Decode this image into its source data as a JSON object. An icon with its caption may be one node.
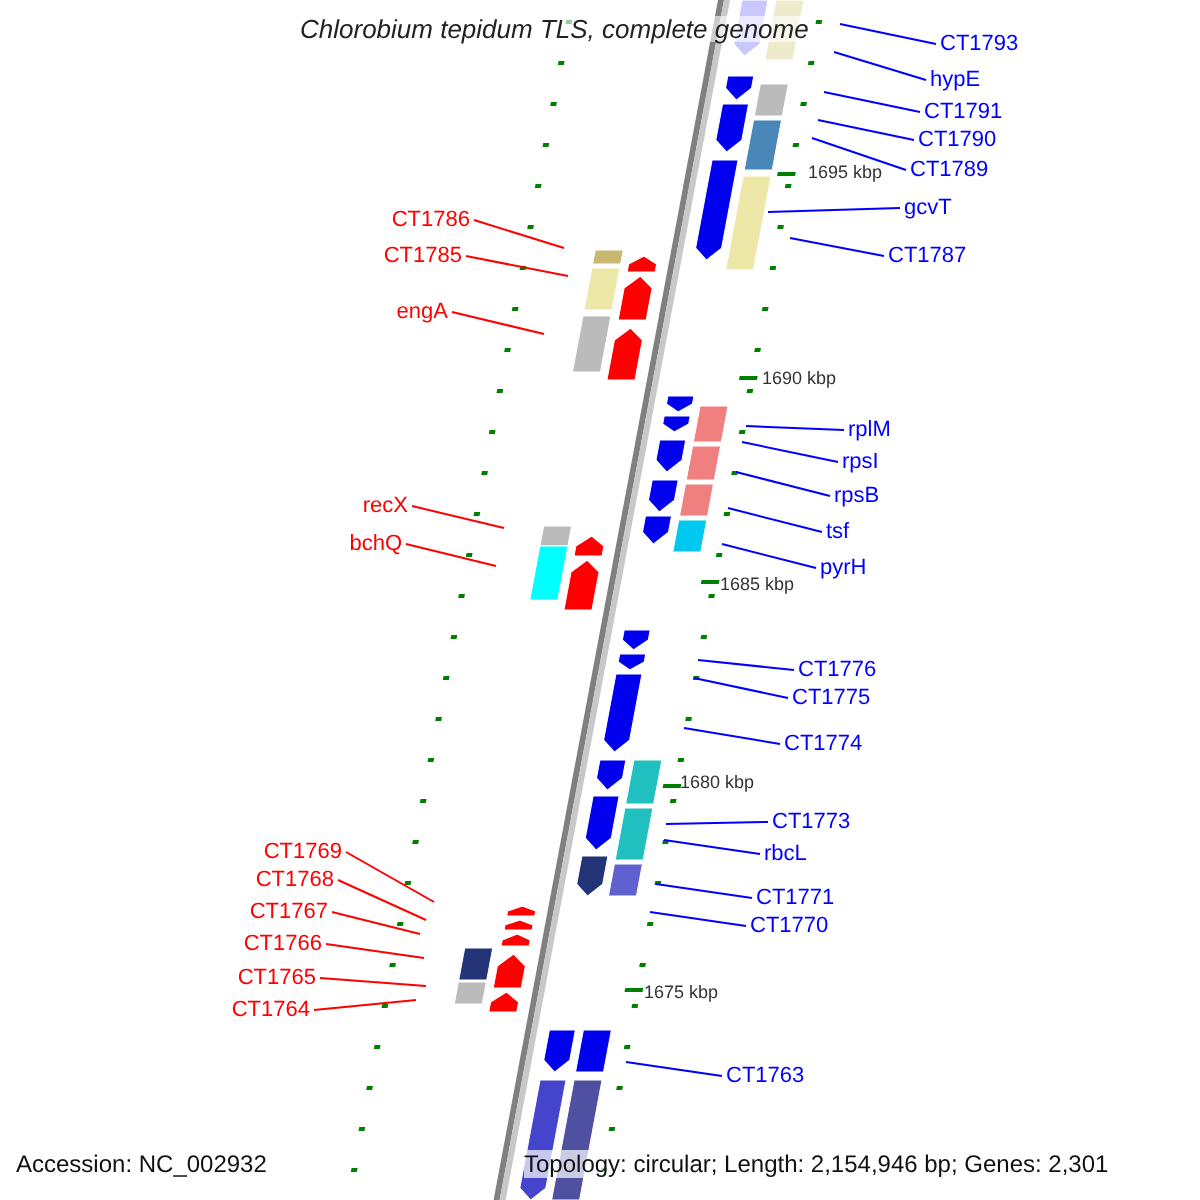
{
  "diagram": {
    "title": "Chlorobium tepidum TLS, complete genome",
    "nodes": [
      {
        "text": [
          "CT1793"
        ]
      },
      {
        "text": [
          "hypE"
        ]
      },
      {
        "text": [
          "CT1791"
        ]
      },
      {
        "text": [
          "CT1790"
        ]
      },
      {
        "text": [
          "CT1789"
        ]
      },
      {
        "text": [
          "gcvT"
        ]
      },
      {
        "text": [
          "CT1787"
        ]
      },
      {
        "text": [
          "CT1786"
        ]
      },
      {
        "text": [
          "CT1785"
        ]
      },
      {
        "text": [
          "engA"
        ]
      },
      {
        "text": [
          "rplM"
        ]
      },
      {
        "text": [
          "rpsI"
        ]
      },
      {
        "text": [
          "rpsB"
        ]
      },
      {
        "text": [
          "tsf"
        ]
      },
      {
        "text": [
          "pyrH"
        ]
      },
      {
        "text": [
          "recX"
        ]
      },
      {
        "text": [
          "bchQ"
        ]
      },
      {
        "text": [
          "CT1776"
        ]
      },
      {
        "text": [
          "CT1775"
        ]
      },
      {
        "text": [
          "CT1774"
        ]
      },
      {
        "text": [
          "CT1773"
        ]
      },
      {
        "text": [
          "rbcL"
        ]
      },
      {
        "text": [
          "CT1771"
        ]
      },
      {
        "text": [
          "CT1770"
        ]
      },
      {
        "text": [
          "CT1769"
        ]
      },
      {
        "text": [
          "CT1768"
        ]
      },
      {
        "text": [
          "CT1767"
        ]
      },
      {
        "text": [
          "CT1766"
        ]
      },
      {
        "text": [
          "CT1765"
        ]
      },
      {
        "text": [
          "CT1764"
        ]
      },
      {
        "text": [
          "CT1763"
        ]
      }
    ],
    "edges": [
      {
        "from": 0,
        "to": null,
        "arrow": "none"
      },
      {
        "from": 1,
        "to": null,
        "arrow": "none"
      },
      {
        "from": 2,
        "to": null,
        "arrow": "none"
      },
      {
        "from": 3,
        "to": null,
        "arrow": "none"
      },
      {
        "from": 4,
        "to": null,
        "arrow": "none"
      },
      {
        "from": 5,
        "to": null,
        "arrow": "none"
      },
      {
        "from": 6,
        "to": null,
        "arrow": "none"
      },
      {
        "from": 7,
        "to": null,
        "arrow": "none",
        "color": "#ff0000"
      },
      {
        "from": 8,
        "to": null,
        "arrow": "none",
        "color": "#ff0000"
      },
      {
        "from": 9,
        "to": null,
        "arrow": "none",
        "color": "#ff0000"
      },
      {
        "from": 10,
        "to": null,
        "arrow": "none"
      },
      {
        "from": 11,
        "to": null,
        "arrow": "none"
      },
      {
        "from": 12,
        "to": null,
        "arrow": "none"
      },
      {
        "from": 13,
        "to": null,
        "arrow": "none"
      },
      {
        "from": 14,
        "to": null,
        "arrow": "none"
      },
      {
        "from": 15,
        "to": null,
        "arrow": "none",
        "color": "#ff0000"
      },
      {
        "from": 16,
        "to": null,
        "arrow": "none",
        "color": "#ff0000"
      },
      {
        "from": 17,
        "to": null,
        "arrow": "none"
      },
      {
        "from": 18,
        "to": null,
        "arrow": "none"
      },
      {
        "from": 19,
        "to": null,
        "arrow": "none"
      },
      {
        "from": 20,
        "to": null,
        "arrow": "none"
      },
      {
        "from": 21,
        "to": null,
        "arrow": "none"
      },
      {
        "from": 22,
        "to": null,
        "arrow": "none"
      },
      {
        "from": 23,
        "to": null,
        "arrow": "none"
      },
      {
        "from": 24,
        "to": null,
        "arrow": "none",
        "color": "#ff0000"
      },
      {
        "from": 25,
        "to": null,
        "arrow": "none",
        "color": "#ff0000"
      },
      {
        "from": 26,
        "to": null,
        "arrow": "none",
        "color": "#ff0000"
      },
      {
        "from": 27,
        "to": null,
        "arrow": "none",
        "color": "#ff0000"
      },
      {
        "from": 28,
        "to": null,
        "arrow": "none",
        "color": "#ff0000"
      },
      {
        "from": 29,
        "to": null,
        "arrow": "none",
        "color": "#ff0000"
      },
      {
        "from": 30,
        "to": null,
        "arrow": "none"
      }
    ],
    "labels": [
      "1695 kbp",
      "1690 kbp",
      "1685 kbp",
      "1680 kbp",
      "1675 kbp",
      "Accession: NC_002932",
      "Topology: circular; Length: 2,154,946 bp; Genes: 2,301"
    ]
  }
}
